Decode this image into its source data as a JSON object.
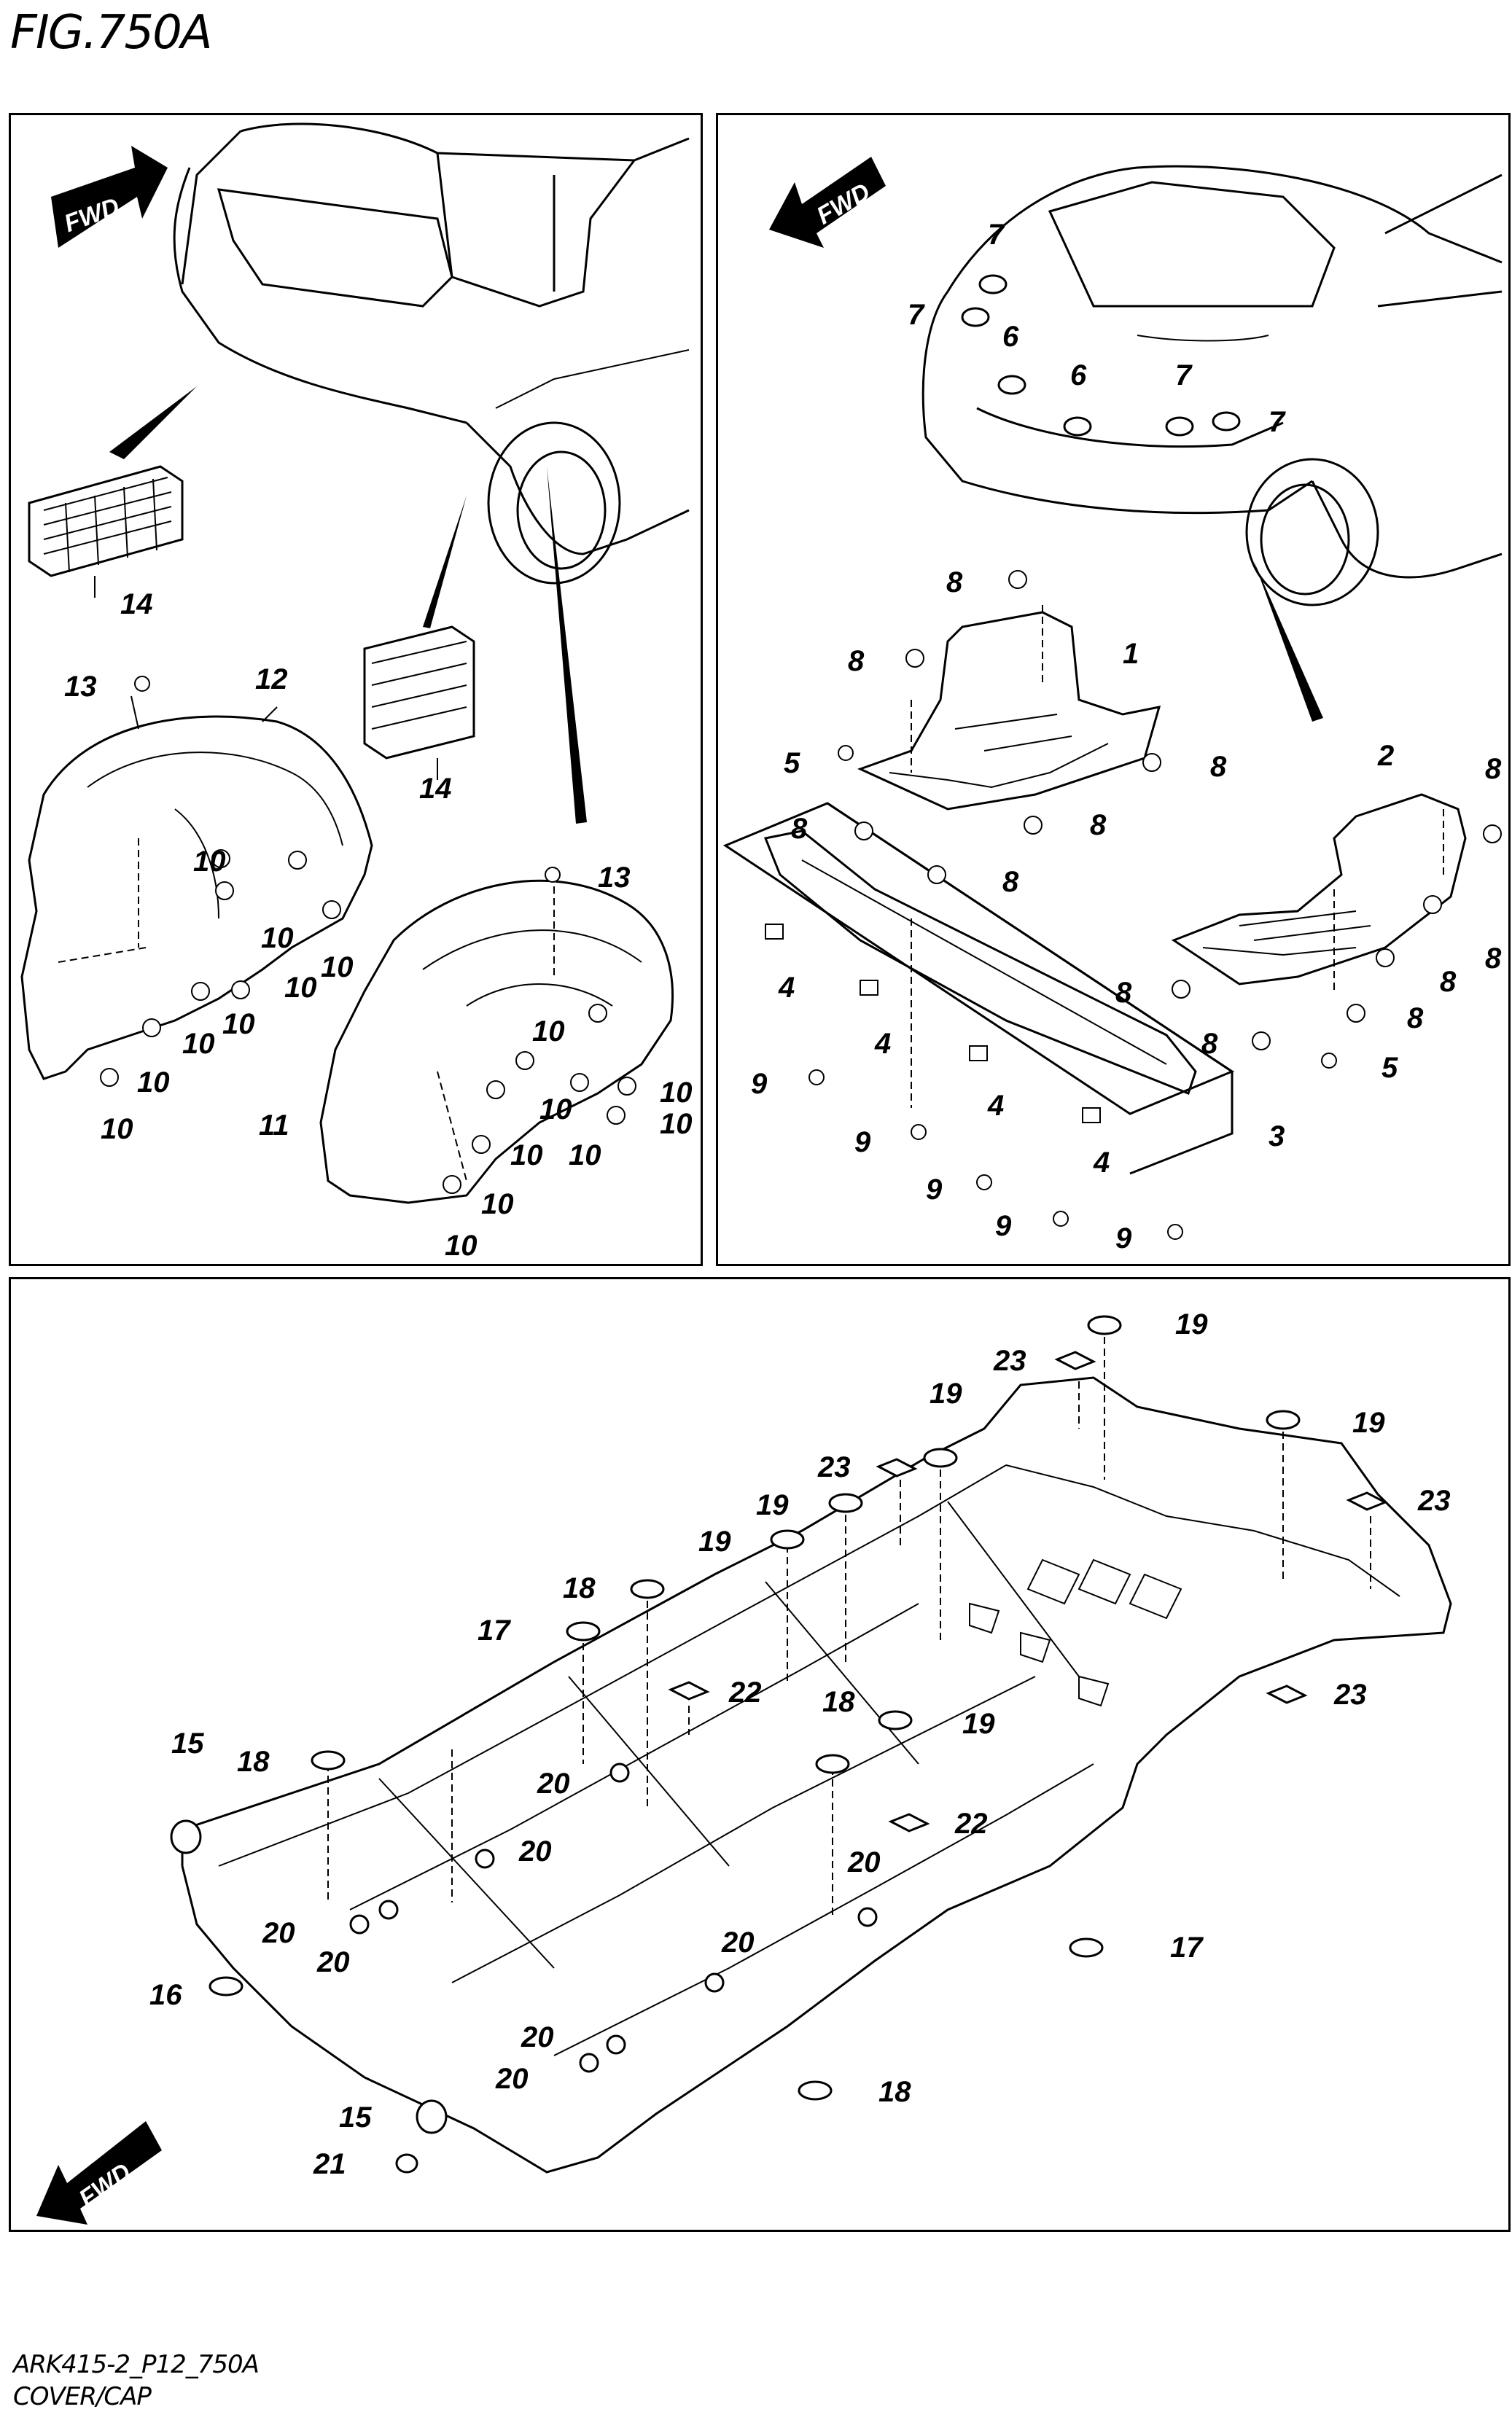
{
  "header": {
    "figure_title": "FIG.750A"
  },
  "footer": {
    "code": "ARK415-2_P12_750A",
    "name": "COVER/CAP"
  },
  "fwd_label": "FWD",
  "callouts": {
    "p1": [
      {
        "n": "14"
      },
      {
        "n": "14"
      },
      {
        "n": "13"
      },
      {
        "n": "12"
      },
      {
        "n": "13"
      },
      {
        "n": "10"
      },
      {
        "n": "10"
      },
      {
        "n": "10"
      },
      {
        "n": "10"
      },
      {
        "n": "10"
      },
      {
        "n": "10"
      },
      {
        "n": "10"
      },
      {
        "n": "10"
      },
      {
        "n": "11"
      },
      {
        "n": "10"
      },
      {
        "n": "10"
      },
      {
        "n": "10"
      },
      {
        "n": "10"
      },
      {
        "n": "10"
      },
      {
        "n": "10"
      },
      {
        "n": "10"
      },
      {
        "n": "10"
      }
    ],
    "p2": [
      {
        "n": "7"
      },
      {
        "n": "7"
      },
      {
        "n": "6"
      },
      {
        "n": "6"
      },
      {
        "n": "7"
      },
      {
        "n": "7"
      },
      {
        "n": "8"
      },
      {
        "n": "1"
      },
      {
        "n": "8"
      },
      {
        "n": "5"
      },
      {
        "n": "8"
      },
      {
        "n": "8"
      },
      {
        "n": "8"
      },
      {
        "n": "8"
      },
      {
        "n": "2"
      },
      {
        "n": "8"
      },
      {
        "n": "8"
      },
      {
        "n": "8"
      },
      {
        "n": "8"
      },
      {
        "n": "8"
      },
      {
        "n": "8"
      },
      {
        "n": "5"
      },
      {
        "n": "4"
      },
      {
        "n": "4"
      },
      {
        "n": "4"
      },
      {
        "n": "4"
      },
      {
        "n": "3"
      },
      {
        "n": "9"
      },
      {
        "n": "9"
      },
      {
        "n": "9"
      },
      {
        "n": "9"
      },
      {
        "n": "9"
      }
    ],
    "p3": [
      {
        "n": "19"
      },
      {
        "n": "23"
      },
      {
        "n": "19"
      },
      {
        "n": "19"
      },
      {
        "n": "23"
      },
      {
        "n": "23"
      },
      {
        "n": "19"
      },
      {
        "n": "19"
      },
      {
        "n": "18"
      },
      {
        "n": "17"
      },
      {
        "n": "22"
      },
      {
        "n": "23"
      },
      {
        "n": "15"
      },
      {
        "n": "18"
      },
      {
        "n": "18"
      },
      {
        "n": "19"
      },
      {
        "n": "20"
      },
      {
        "n": "22"
      },
      {
        "n": "20"
      },
      {
        "n": "20"
      },
      {
        "n": "20"
      },
      {
        "n": "20"
      },
      {
        "n": "20"
      },
      {
        "n": "17"
      },
      {
        "n": "16"
      },
      {
        "n": "20"
      },
      {
        "n": "20"
      },
      {
        "n": "18"
      },
      {
        "n": "15"
      },
      {
        "n": "21"
      }
    ]
  }
}
